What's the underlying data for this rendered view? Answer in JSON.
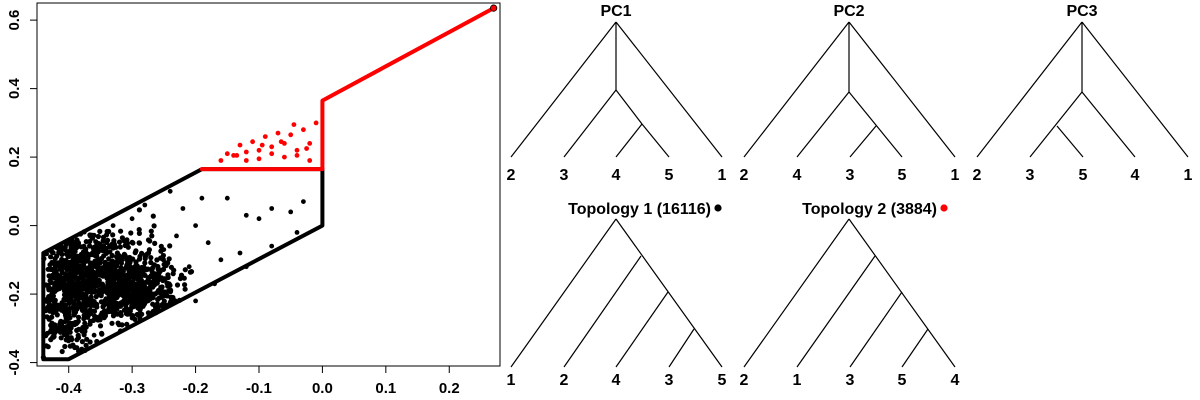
{
  "chart_data": {
    "type": "scatter",
    "title": "",
    "xlabel": "",
    "ylabel": "",
    "xlim": [
      -0.45,
      0.28
    ],
    "ylim": [
      -0.41,
      0.65
    ],
    "x_ticks": [
      -0.4,
      -0.3,
      -0.2,
      -0.1,
      0.0,
      0.1,
      0.2
    ],
    "x_tick_labels": [
      "-0.4",
      "-0.3",
      "-0.2",
      "-0.1",
      "0.0",
      "0.1",
      "0.2"
    ],
    "y_ticks": [
      -0.4,
      -0.2,
      0.0,
      0.2,
      0.4,
      0.6
    ],
    "y_tick_labels": [
      "-0.4",
      "-0.2",
      "0.0",
      "0.2",
      "0.4",
      "0.6"
    ],
    "grid": false,
    "colors": {
      "topology1": "#000000",
      "topology2": "#ff0000"
    },
    "series": [
      {
        "name": "Topology 1 (16116)",
        "color": "#000000",
        "boundary": [
          {
            "x": -0.44,
            "y": -0.39
          },
          {
            "x": -0.44,
            "y": -0.08
          },
          {
            "x": -0.19,
            "y": 0.165
          },
          {
            "x": 0.0,
            "y": 0.165
          },
          {
            "x": 0.0,
            "y": 0.0
          },
          {
            "x": -0.4,
            "y": -0.39
          }
        ],
        "points": [
          {
            "x": -0.05,
            "y": 0.04
          },
          {
            "x": -0.08,
            "y": 0.05
          },
          {
            "x": -0.12,
            "y": 0.03
          },
          {
            "x": -0.15,
            "y": 0.08
          },
          {
            "x": -0.2,
            "y": 0.0
          },
          {
            "x": -0.23,
            "y": -0.03
          },
          {
            "x": -0.25,
            "y": -0.07
          },
          {
            "x": -0.22,
            "y": 0.05
          },
          {
            "x": -0.18,
            "y": -0.05
          },
          {
            "x": -0.13,
            "y": -0.08
          },
          {
            "x": -0.1,
            "y": 0.02
          },
          {
            "x": -0.03,
            "y": 0.07
          },
          {
            "x": -0.28,
            "y": 0.06
          },
          {
            "x": -0.3,
            "y": 0.02
          },
          {
            "x": -0.16,
            "y": -0.1
          },
          {
            "x": -0.21,
            "y": -0.12
          },
          {
            "x": -0.26,
            "y": -0.14
          },
          {
            "x": -0.33,
            "y": 0.0
          },
          {
            "x": -0.34,
            "y": -0.05
          },
          {
            "x": -0.19,
            "y": 0.08
          },
          {
            "x": -0.24,
            "y": 0.1
          },
          {
            "x": -0.27,
            "y": -0.2
          },
          {
            "x": -0.3,
            "y": -0.27
          },
          {
            "x": -0.2,
            "y": -0.22
          },
          {
            "x": -0.17,
            "y": -0.17
          },
          {
            "x": -0.12,
            "y": -0.12
          },
          {
            "x": -0.08,
            "y": -0.06
          },
          {
            "x": -0.04,
            "y": -0.02
          },
          {
            "x": -0.36,
            "y": -0.32
          },
          {
            "x": -0.32,
            "y": -0.1
          }
        ],
        "dense_clusters": [
          {
            "cx": -0.4,
            "cy": -0.2,
            "sx": 0.03,
            "sy": 0.09,
            "n": 500
          },
          {
            "cx": -0.3,
            "cy": -0.19,
            "sx": 0.035,
            "sy": 0.045,
            "n": 500
          },
          {
            "cx": -0.34,
            "cy": -0.11,
            "sx": 0.045,
            "sy": 0.06,
            "n": 260
          }
        ]
      },
      {
        "name": "Topology 2 (3884)",
        "color": "#ff0000",
        "boundary": [
          {
            "x": -0.19,
            "y": 0.165
          },
          {
            "x": 0.0,
            "y": 0.165
          },
          {
            "x": 0.0,
            "y": 0.365
          },
          {
            "x": 0.27,
            "y": 0.635
          }
        ],
        "points": [
          {
            "x": -0.14,
            "y": 0.205
          },
          {
            "x": -0.12,
            "y": 0.215
          },
          {
            "x": -0.1,
            "y": 0.22
          },
          {
            "x": -0.08,
            "y": 0.23
          },
          {
            "x": -0.06,
            "y": 0.24
          },
          {
            "x": -0.04,
            "y": 0.22
          },
          {
            "x": -0.02,
            "y": 0.24
          },
          {
            "x": -0.03,
            "y": 0.28
          },
          {
            "x": -0.05,
            "y": 0.265
          },
          {
            "x": -0.07,
            "y": 0.27
          },
          {
            "x": -0.09,
            "y": 0.26
          },
          {
            "x": -0.11,
            "y": 0.245
          },
          {
            "x": -0.13,
            "y": 0.235
          },
          {
            "x": -0.15,
            "y": 0.21
          },
          {
            "x": -0.01,
            "y": 0.3
          },
          {
            "x": -0.02,
            "y": 0.19
          },
          {
            "x": -0.06,
            "y": 0.2
          },
          {
            "x": -0.1,
            "y": 0.195
          },
          {
            "x": -0.08,
            "y": 0.21
          },
          {
            "x": -0.04,
            "y": 0.205
          },
          {
            "x": -0.12,
            "y": 0.19
          },
          {
            "x": -0.16,
            "y": 0.19
          },
          {
            "x": -0.025,
            "y": 0.225
          },
          {
            "x": -0.065,
            "y": 0.245
          },
          {
            "x": -0.095,
            "y": 0.235
          },
          {
            "x": -0.045,
            "y": 0.295
          },
          {
            "x": -0.135,
            "y": 0.205
          }
        ]
      }
    ]
  },
  "trees": [
    {
      "id": "pc1",
      "title": "PC1",
      "leaves": [
        "2",
        "3",
        "4",
        "5",
        "1"
      ]
    },
    {
      "id": "pc2",
      "title": "PC2",
      "leaves": [
        "2",
        "4",
        "3",
        "5",
        "1"
      ]
    },
    {
      "id": "pc3",
      "title": "PC3",
      "leaves": [
        "2",
        "3",
        "5",
        "4",
        "1"
      ]
    },
    {
      "id": "topology1",
      "title": "Topology 1 (16116)",
      "marker_color": "#000000",
      "leaves": [
        "1",
        "2",
        "4",
        "3",
        "5"
      ]
    },
    {
      "id": "topology2",
      "title": "Topology 2 (3884)",
      "marker_color": "#ff0000",
      "leaves": [
        "2",
        "1",
        "3",
        "5",
        "4"
      ]
    }
  ]
}
